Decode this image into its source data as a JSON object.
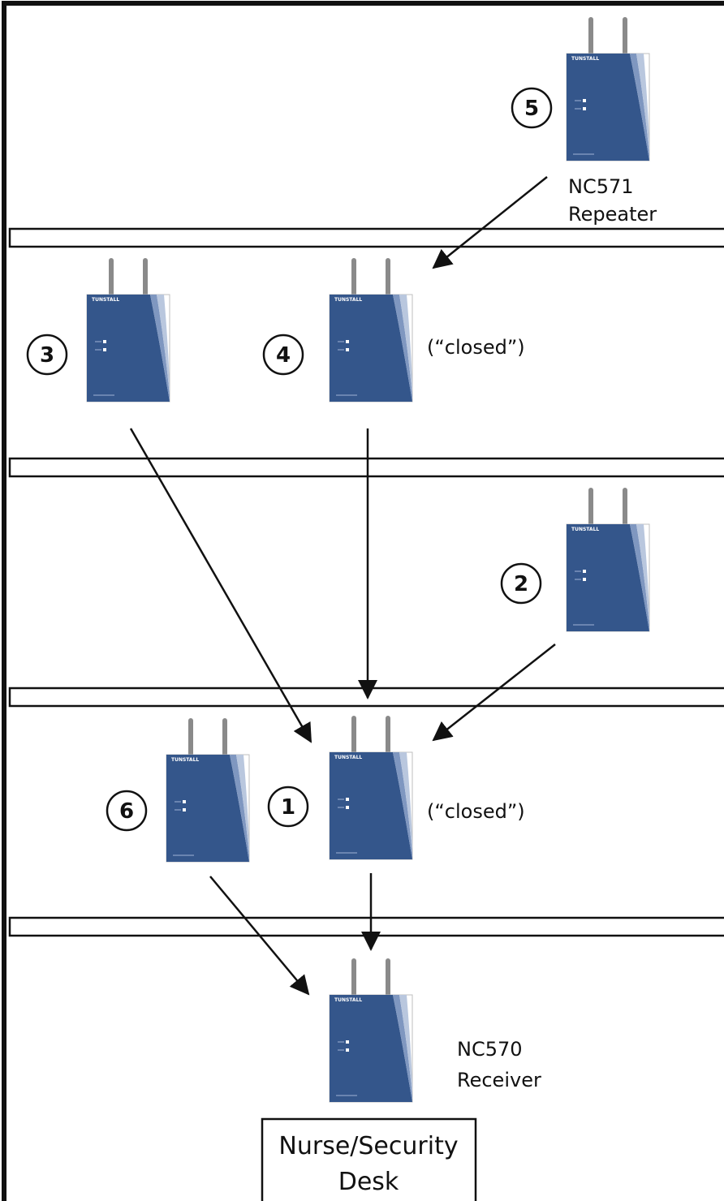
{
  "devices": [
    {
      "id": "5",
      "number": "5",
      "brand": "TUNSTALL"
    },
    {
      "id": "3",
      "number": "3",
      "brand": "TUNSTALL"
    },
    {
      "id": "4",
      "number": "4",
      "brand": "TUNSTALL"
    },
    {
      "id": "2",
      "number": "2",
      "brand": "TUNSTALL"
    },
    {
      "id": "6",
      "number": "6",
      "brand": "TUNSTALL"
    },
    {
      "id": "1",
      "number": "1",
      "brand": "TUNSTALL"
    },
    {
      "id": "receiver",
      "number": "",
      "brand": "TUNSTALL"
    }
  ],
  "labels": {
    "repeater_line1": "NC571",
    "repeater_line2": "Repeater",
    "closed_4": "(“closed”)",
    "closed_1": "(“closed”)",
    "receiver_line1": "NC570",
    "receiver_line2": "Receiver"
  },
  "desk": {
    "line1": "Nurse/Security",
    "line2": "Desk"
  },
  "colors": {
    "device": "#34568b",
    "device_light": "#b9c7de",
    "device_mid": "#7f97c0",
    "antenna": "#9a9a9a",
    "outline": "#111111"
  }
}
